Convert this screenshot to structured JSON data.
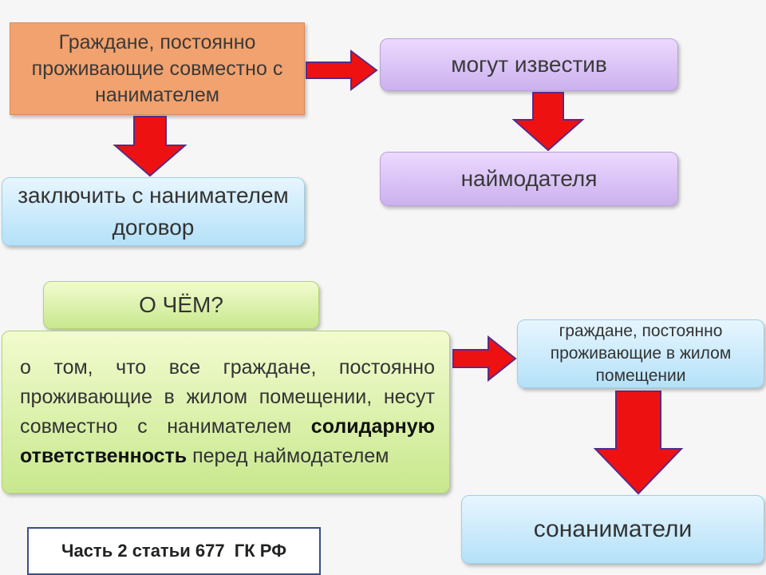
{
  "boxes": {
    "citizens_with_tenant": "Граждане, постоянно проживающие совместно с нанимателем",
    "may_notify": "могут известив",
    "landlord": "наймодателя",
    "conclude_contract": "заключить с нанимателем договор",
    "question": "О ЧЁМ?",
    "paragraph_before": "о том, что все граждане, постоянно проживающие в жилом помещении, несут совместно с нанимателем ",
    "paragraph_bold": "солидарную ответственность",
    "paragraph_after": " перед наймодателем",
    "citizens_in_dwelling": "граждане, постоянно проживающие в жилом помещении",
    "co_tenants": "сонаниматели",
    "law_reference": "Часть 2 статьи 677  ГК РФ"
  },
  "colors": {
    "arrow_fill": "#ee1111",
    "arrow_stroke": "#5b2a86",
    "orange_box": "#f2a26e",
    "purple_box": "#d9c4f7",
    "blue_box": "#c9ebfb",
    "green_box": "#dcf0a8",
    "frame_border": "#3a4f8a"
  }
}
